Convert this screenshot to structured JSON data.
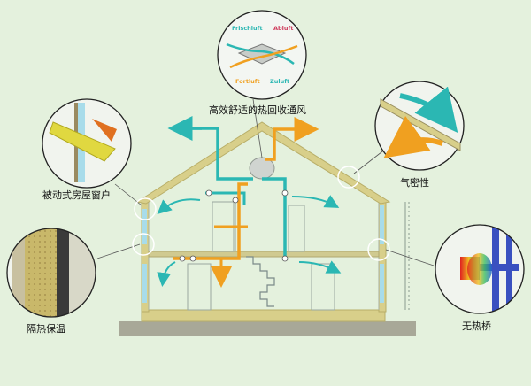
{
  "labels": {
    "hrv": "高效舒适的热回收通风",
    "windows": "被动式房屋窗户",
    "airtight": "气密性",
    "insulation": "隔热保温",
    "no_bridge": "无热桥"
  },
  "hrv_terms": {
    "frischluft": "Frischluft",
    "abluft": "Abluft",
    "fortluft": "Fortluft",
    "zuluft": "Zuluft"
  },
  "colors": {
    "fresh_air": "#2bb7b3",
    "warm_air": "#f0a020",
    "wall": "#d8cf8a",
    "background": "#e4f1dd"
  }
}
